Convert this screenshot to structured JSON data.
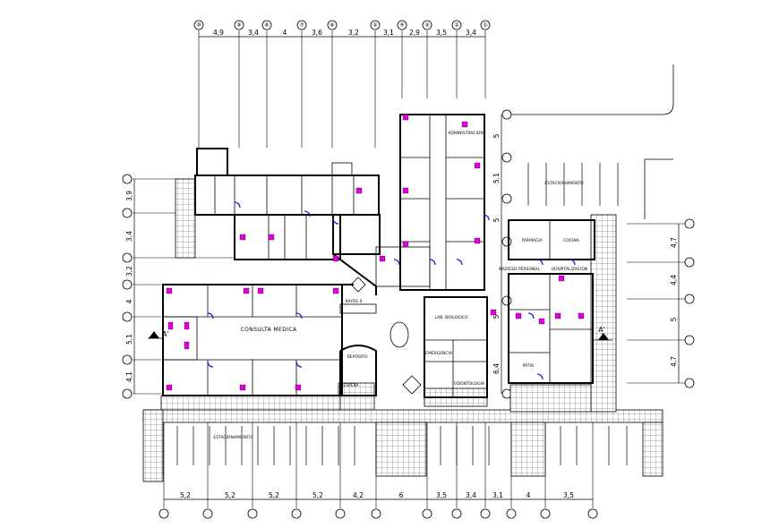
{
  "drawing": {
    "top_grid_labels": [
      "⑩",
      "⑨",
      "⑧",
      "⑦",
      "⑥",
      "⑤",
      "④",
      "③",
      "②",
      "①"
    ],
    "top_dims": [
      "4,9",
      "3,4",
      "4",
      "3,6",
      "3,2",
      "3,1",
      "2,9",
      "3,5",
      "3,4"
    ],
    "bottom_dims": [
      "5,2",
      "5,2",
      "5,2",
      "5,2",
      "4,2",
      "6",
      "3,5",
      "3,4",
      "3,1",
      "4",
      "3,5"
    ],
    "left_dims": [
      "3,9",
      "3,4",
      "3,2",
      "4",
      "5,1",
      "4,1"
    ],
    "right_dims": [
      "4,7",
      "4,4",
      "5",
      "4,7"
    ],
    "center_right_dims": [
      "5",
      "5,1",
      "5",
      "5",
      "6,4"
    ],
    "labels": {
      "consulta": "CONSULTA MEDICA",
      "estacionamiento": "ESTACIONAMIENTO",
      "cocina": "COCINA",
      "farmacia": "FARMACIA",
      "lab": "LAB. BIOLOGICO",
      "emergencia": "EMERGENCIA",
      "odont": "ODONTOLOGIA",
      "hosp": "HOSPITALIZACION",
      "admin": "ADMINISTRACION",
      "ingreso": "INGRESO PERSONAL",
      "rayos": "RAYOS X",
      "espera": "ESPERA",
      "deposito": "DEPOSITO",
      "patio": "PATIO",
      "section": "A'"
    }
  }
}
